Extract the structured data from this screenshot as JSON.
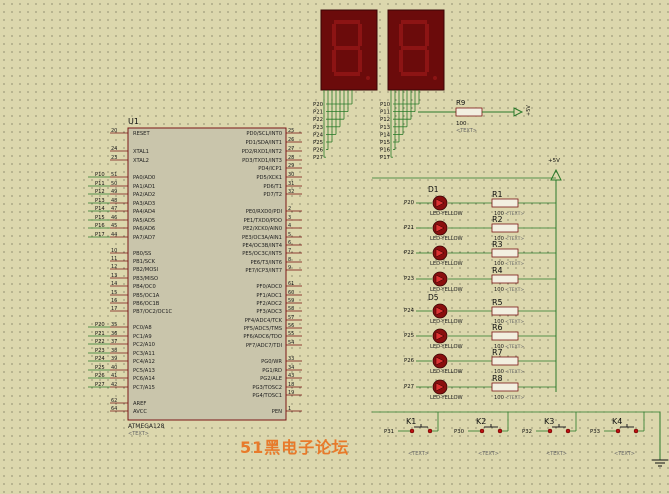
{
  "chip": {
    "ref": "U1",
    "part": "ATMEGA128",
    "text": "<TEXT>",
    "left_pins": [
      {
        "num": "20",
        "name": "RESET"
      },
      {
        "num": "24",
        "name": "XTAL1"
      },
      {
        "num": "23",
        "name": "XTAL2"
      },
      {
        "num": "51",
        "name": "PA0/AD0",
        "net": "P10"
      },
      {
        "num": "50",
        "name": "PA1/AD1",
        "net": "P11"
      },
      {
        "num": "49",
        "name": "PA2/AD2",
        "net": "P12"
      },
      {
        "num": "48",
        "name": "PA3/AD3",
        "net": "P13"
      },
      {
        "num": "47",
        "name": "PA4/AD4",
        "net": "P14"
      },
      {
        "num": "46",
        "name": "PA5/AD5",
        "net": "P15"
      },
      {
        "num": "45",
        "name": "PA6/AD6",
        "net": "P16"
      },
      {
        "num": "44",
        "name": "PA7/AD7",
        "net": "P17"
      },
      {
        "num": "10",
        "name": "PB0/SS"
      },
      {
        "num": "11",
        "name": "PB1/SCK"
      },
      {
        "num": "12",
        "name": "PB2/MOSI"
      },
      {
        "num": "13",
        "name": "PB3/MISO"
      },
      {
        "num": "14",
        "name": "PB4/OC0"
      },
      {
        "num": "15",
        "name": "PB5/OC1A"
      },
      {
        "num": "16",
        "name": "PB6/OC1B"
      },
      {
        "num": "17",
        "name": "PB7/OC2/OC1C"
      },
      {
        "num": "35",
        "name": "PC0/A8",
        "net": "P20"
      },
      {
        "num": "36",
        "name": "PC1/A9",
        "net": "P21"
      },
      {
        "num": "37",
        "name": "PC2/A10",
        "net": "P22"
      },
      {
        "num": "38",
        "name": "PC3/A11",
        "net": "P23"
      },
      {
        "num": "39",
        "name": "PC4/A12",
        "net": "P24"
      },
      {
        "num": "40",
        "name": "PC5/A13",
        "net": "P25"
      },
      {
        "num": "41",
        "name": "PC6/A14",
        "net": "P26"
      },
      {
        "num": "42",
        "name": "PC7/A15",
        "net": "P27"
      },
      {
        "num": "62",
        "name": "AREF"
      },
      {
        "num": "64",
        "name": "AVCC"
      }
    ],
    "right_pins": [
      {
        "num": "25",
        "name": "PD0/SCL/INT0"
      },
      {
        "num": "26",
        "name": "PD1/SDA/INT1"
      },
      {
        "num": "27",
        "name": "PD2/RXD1/INT2"
      },
      {
        "num": "28",
        "name": "PD3/TXD1/INT3"
      },
      {
        "num": "29",
        "name": "PD4/ICP1"
      },
      {
        "num": "30",
        "name": "PD5/XCK1"
      },
      {
        "num": "31",
        "name": "PD6/T1"
      },
      {
        "num": "32",
        "name": "PD7/T2"
      },
      {
        "num": "2",
        "name": "PE0/RXD0/PDI"
      },
      {
        "num": "3",
        "name": "PE1/TXD0/PDO"
      },
      {
        "num": "4",
        "name": "PE2/XCK0/AIN0"
      },
      {
        "num": "5",
        "name": "PE3/OC3A/AIN1"
      },
      {
        "num": "6",
        "name": "PE4/OC3B/INT4"
      },
      {
        "num": "7",
        "name": "PE5/OC3C/INT5"
      },
      {
        "num": "8",
        "name": "PE6/T3/INT6"
      },
      {
        "num": "9",
        "name": "PE7/ICP3/INT7"
      },
      {
        "num": "61",
        "name": "PF0/ADC0"
      },
      {
        "num": "60",
        "name": "PF1/ADC1"
      },
      {
        "num": "59",
        "name": "PF2/ADC2"
      },
      {
        "num": "58",
        "name": "PF3/ADC3"
      },
      {
        "num": "57",
        "name": "PF4/ADC4/TCK"
      },
      {
        "num": "56",
        "name": "PF5/ADC5/TMS"
      },
      {
        "num": "55",
        "name": "PF6/ADC6/TDO"
      },
      {
        "num": "54",
        "name": "PF7/ADC7/TDI"
      },
      {
        "num": "33",
        "name": "PG0/WR"
      },
      {
        "num": "34",
        "name": "PG1/RD"
      },
      {
        "num": "43",
        "name": "PG2/ALE"
      },
      {
        "num": "18",
        "name": "PG3/TOSC2"
      },
      {
        "num": "19",
        "name": "PG4/TOSC1"
      },
      {
        "num": "1",
        "name": "PEN"
      }
    ]
  },
  "display_left_nets": [
    "P20",
    "P21",
    "P22",
    "P23",
    "P24",
    "P25",
    "P26",
    "P27"
  ],
  "display_right_nets": [
    "P10",
    "P11",
    "P12",
    "P13",
    "P14",
    "P15",
    "P16",
    "P17"
  ],
  "r9": {
    "ref": "R9",
    "value": "100",
    "text": "<TEXT>",
    "supply": "+5V"
  },
  "supply_label": "+5V",
  "leds": [
    {
      "ref": "D1",
      "net": "P20",
      "type": "LED-YELLOW",
      "res": "R1",
      "val": "100",
      "text": "<TEXT>"
    },
    {
      "ref": "",
      "net": "P21",
      "type": "LED-YELLOW",
      "res": "R2",
      "val": "100",
      "text": "<TEXT>"
    },
    {
      "ref": "",
      "net": "P22",
      "type": "LED-YELLOW",
      "res": "R3",
      "val": "100",
      "text": "<TEXT>"
    },
    {
      "ref": "",
      "net": "P23",
      "type": "LED-YELLOW",
      "res": "R4",
      "val": "100",
      "text": "<TEXT>"
    },
    {
      "ref": "D5",
      "net": "P24",
      "type": "LED-YELLOW",
      "res": "R5",
      "val": "100",
      "text": "<TEXT>"
    },
    {
      "ref": "",
      "net": "P25",
      "type": "LED-YELLOW",
      "res": "R6",
      "val": "100",
      "text": "<TEXT>"
    },
    {
      "ref": "",
      "net": "P26",
      "type": "LED-YELLOW",
      "res": "R7",
      "val": "100",
      "text": "<TEXT>"
    },
    {
      "ref": "",
      "net": "P27",
      "type": "LED-YELLOW",
      "res": "R8",
      "val": "100",
      "text": "<TEXT>"
    }
  ],
  "keys": [
    {
      "ref": "K1",
      "net": "P31",
      "text": "<TEXT>"
    },
    {
      "ref": "K2",
      "net": "P30",
      "text": "<TEXT>"
    },
    {
      "ref": "K3",
      "net": "P32",
      "text": "<TEXT>"
    },
    {
      "ref": "K4",
      "net": "P33",
      "text": "<TEXT>"
    }
  ],
  "watermark": "51黑电子论坛",
  "colors": {
    "wire": "#2a7a2a",
    "chip_fill": "#c9c5ab",
    "chip_border": "#7a1515",
    "red_text": "#8b1a1a",
    "led": "#8a0f0f",
    "seg_bg": "#6b0b0b",
    "seg_on": "#8c1414",
    "watermark": "#e87a2a"
  }
}
